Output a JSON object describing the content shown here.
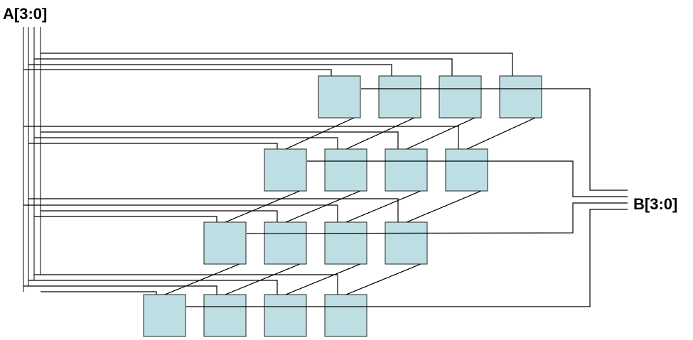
{
  "diagram": {
    "input_label": "A[3:0]",
    "output_label": "B[3:0]",
    "rows": 4,
    "columns": 4,
    "colors": {
      "cell_fill": "#bddfe3",
      "cell_stroke": "#222222",
      "wire": "#000000",
      "background": "#ffffff"
    }
  }
}
